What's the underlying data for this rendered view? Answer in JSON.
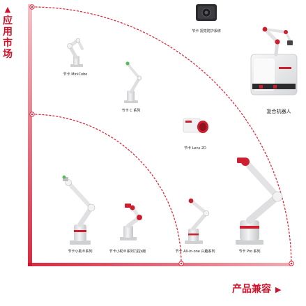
{
  "axes": {
    "y_label": "应用市场",
    "x_label": "产品兼容",
    "y_arrow": "▲",
    "x_arrow": "▶"
  },
  "colors": {
    "accent": "#d0122b",
    "arc": "#e0283d",
    "robot_body": "#e9e9ea",
    "robot_accent": "#cc1f2f"
  },
  "products": {
    "minicobo": "节卡 MiniCobo",
    "c_series": "节卡 C 系列",
    "lens_2d": "节卡 Lens 2D",
    "vision_kit": "节卡 视觉防护系统",
    "composite": "复合机器人",
    "zu_series": "节卡小助®系列",
    "zu_force": "节卡小助®系列力控s版",
    "all_in_one": "节卡 All-in-one 兴趣系列",
    "pro_series": "节卡 Pro 系列"
  }
}
